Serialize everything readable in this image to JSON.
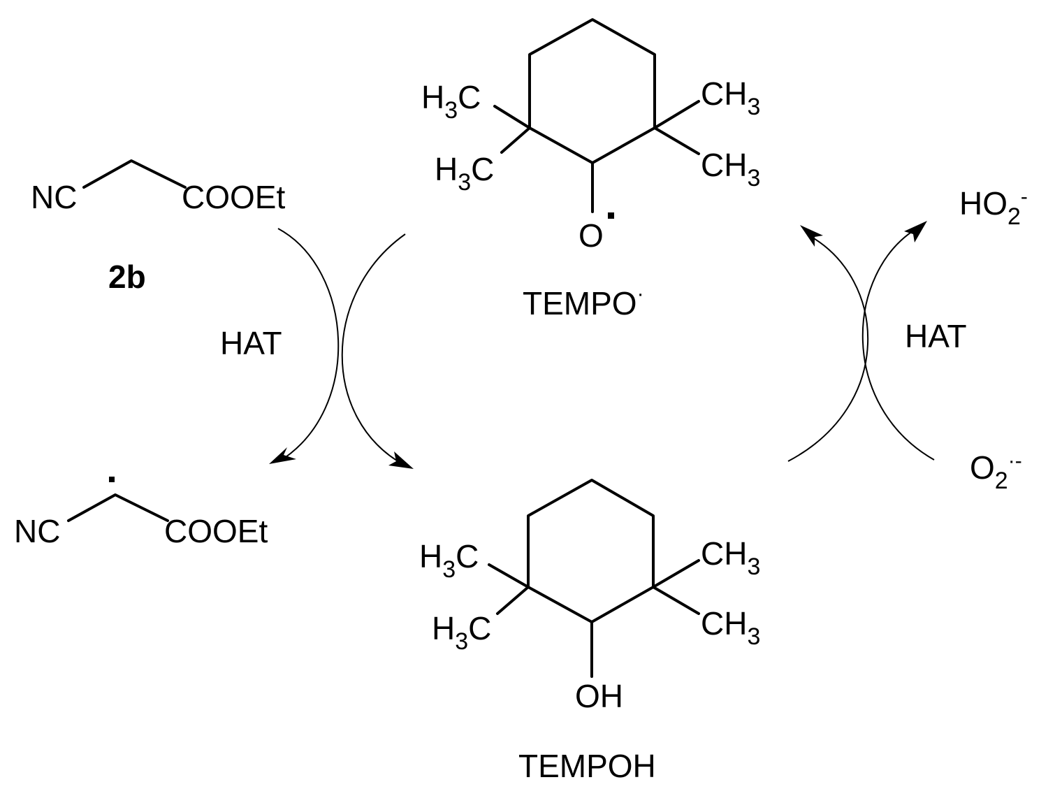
{
  "colors": {
    "ink": "#000000",
    "background": "#ffffff"
  },
  "reagent_top": {
    "nc": "NC",
    "ester": "COOEt",
    "compound_label": "2b"
  },
  "reagent_bottom": {
    "nc": "NC",
    "ester": "COOEt"
  },
  "tempo": {
    "methyl_ul_main": "H",
    "methyl_ul_sub": "3",
    "methyl_ul_end": "C",
    "methyl_ll_main": "H",
    "methyl_ll_sub": "3",
    "methyl_ll_end": "C",
    "methyl_ur_main": "CH",
    "methyl_ur_sub": "3",
    "methyl_lr_main": "CH",
    "methyl_lr_sub": "3",
    "oxygen": "O",
    "name_main": "TEMPO",
    "name_sup": "·"
  },
  "tempoh": {
    "methyl_ul_main": "H",
    "methyl_ul_sub": "3",
    "methyl_ul_end": "C",
    "methyl_ll_main": "H",
    "methyl_ll_sub": "3",
    "methyl_ll_end": "C",
    "methyl_ur_main": "CH",
    "methyl_ur_sub": "3",
    "methyl_lr_main": "CH",
    "methyl_lr_sub": "3",
    "hydroxyl": "OH",
    "name": "TEMPOH"
  },
  "hat_left": "HAT",
  "hat_right": "HAT",
  "hydroperoxide": {
    "main": "HO",
    "sub": "2",
    "sup": "-"
  },
  "superoxide": {
    "main": "O",
    "sub": "2",
    "sup": "·-"
  }
}
